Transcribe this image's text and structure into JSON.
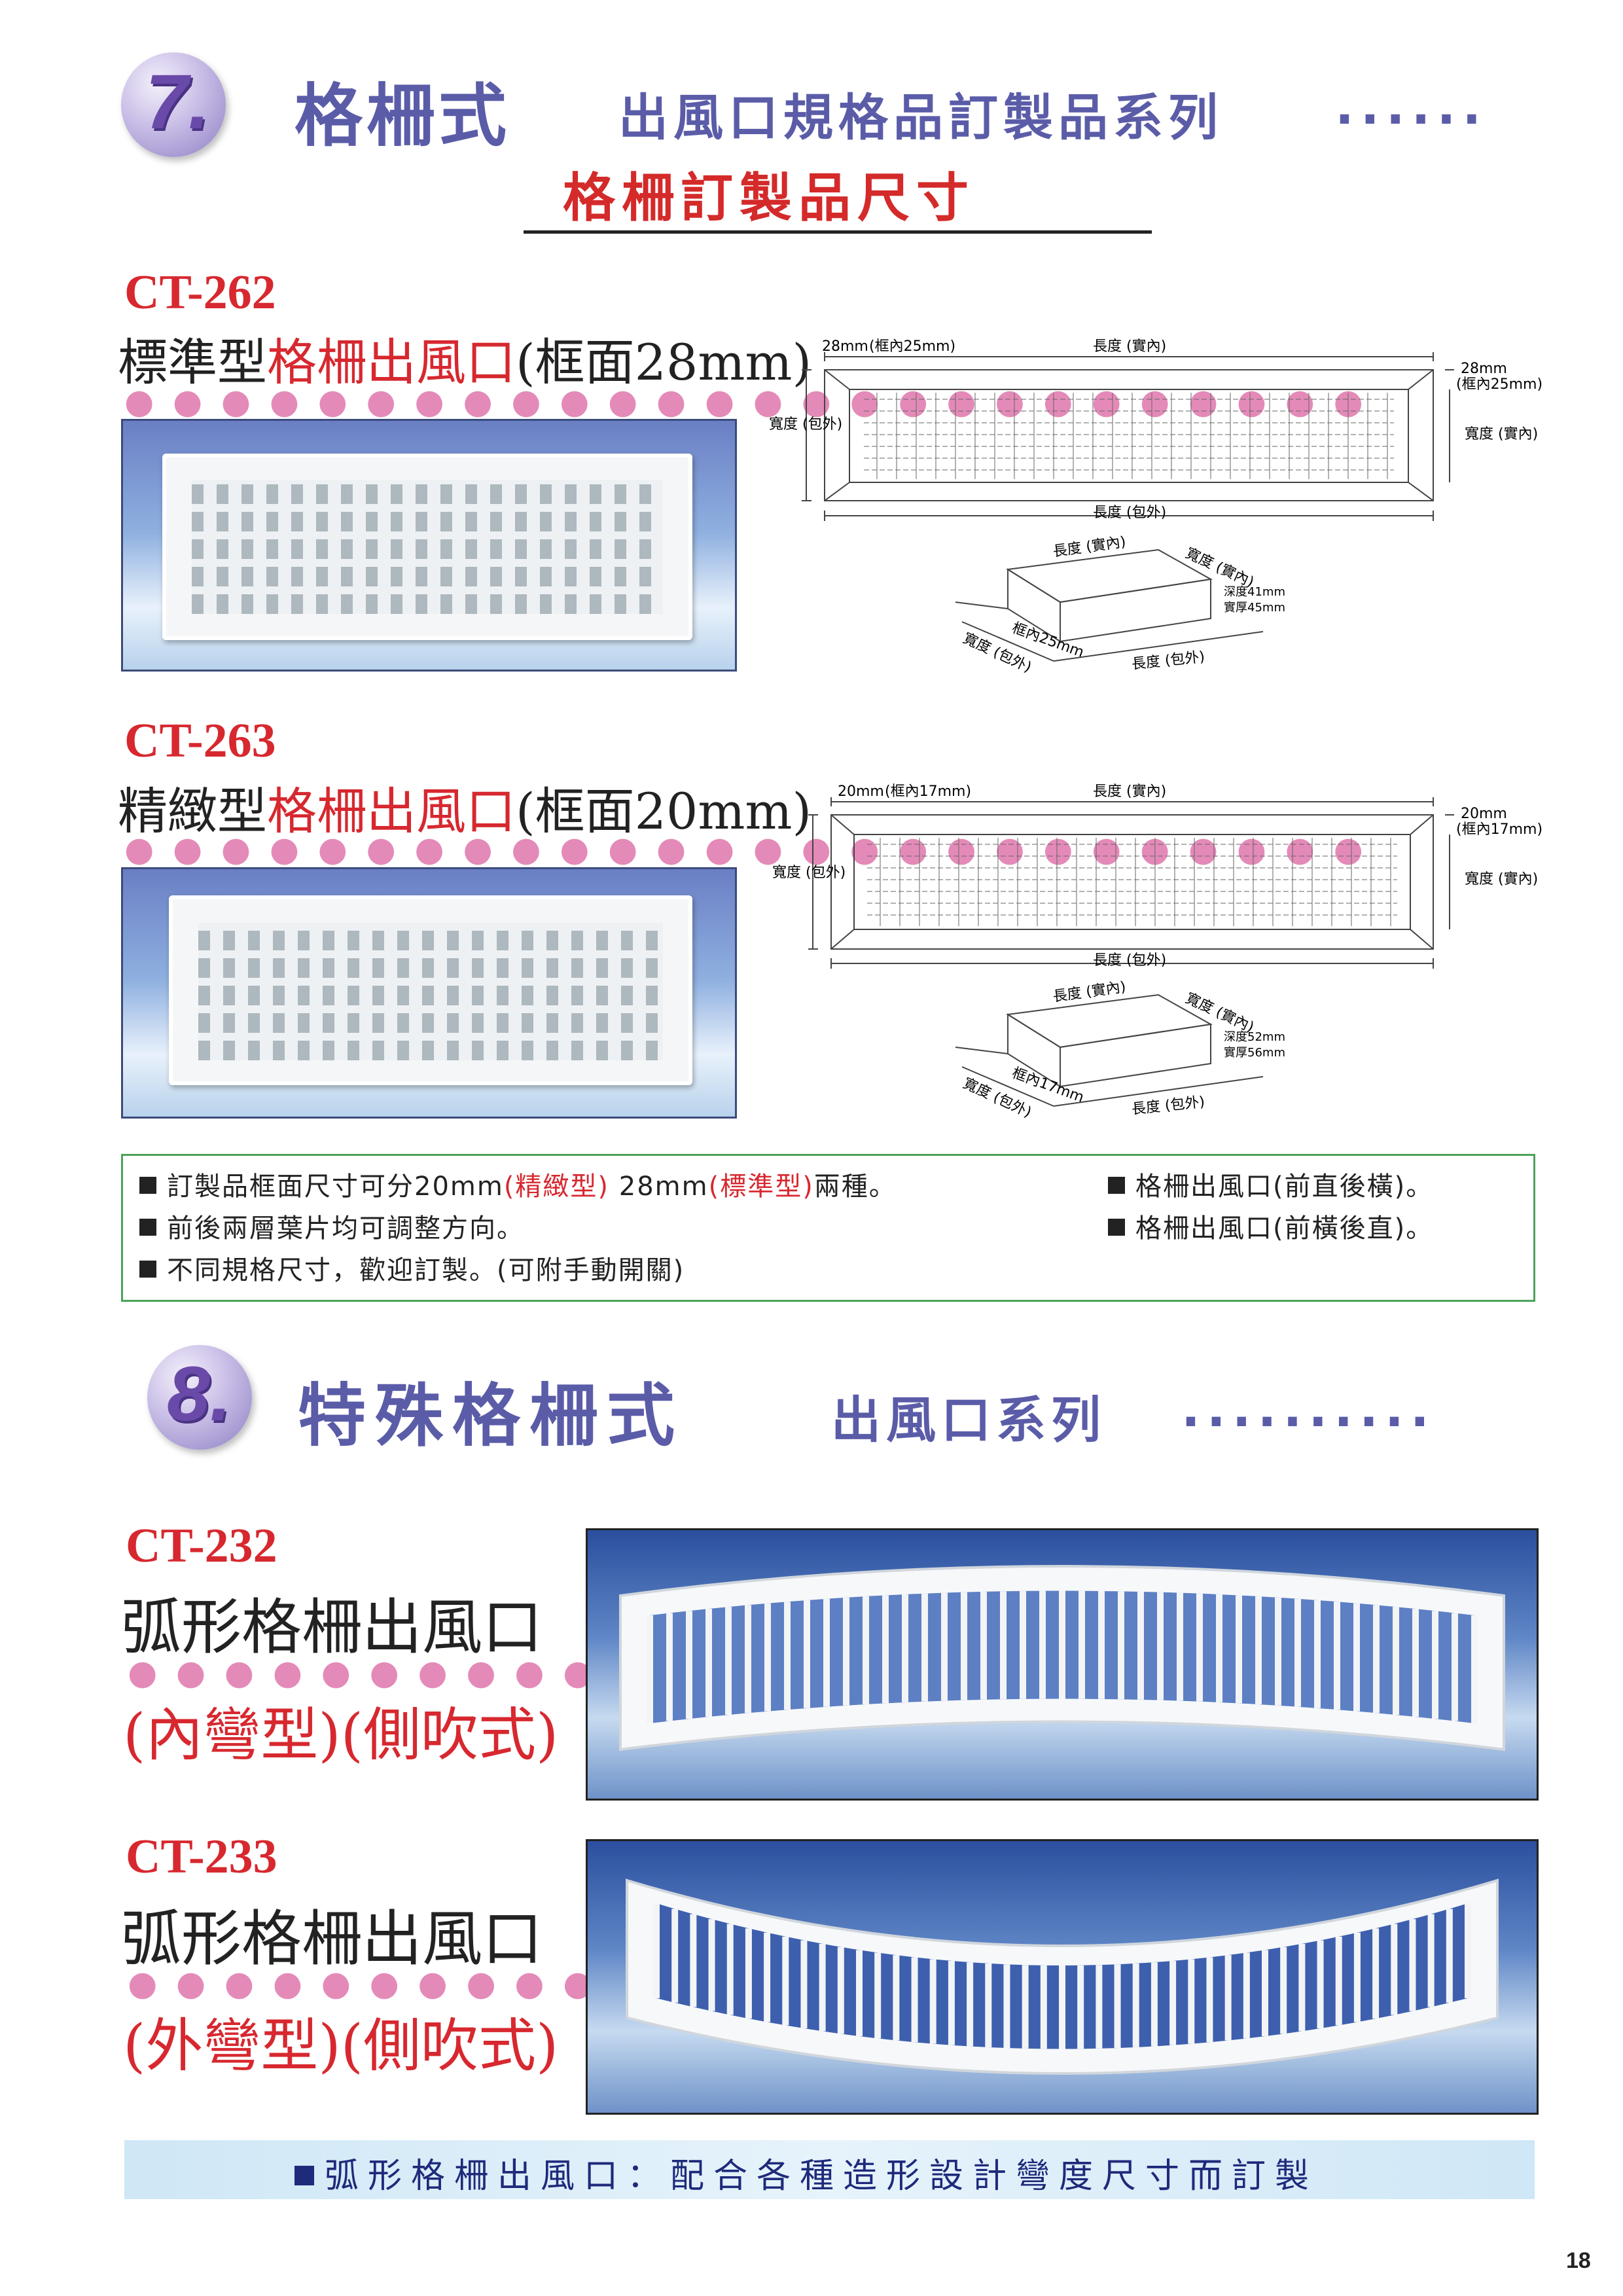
{
  "section7": {
    "number": "7.",
    "title_big": "格柵式",
    "title_mid": "出風口規格品訂製品系列",
    "title_dots": "......",
    "subtitle": "格柵訂製品尺寸"
  },
  "products_grille": [
    {
      "model": "CT-262",
      "name_prefix": "標準型",
      "name_red": "格柵出風口",
      "name_suffix": "(框面28mm)",
      "diagram": {
        "frame": "28mm",
        "frame_inner": "(框內25mm)",
        "len_inner": "長度 (實內)",
        "width_outer": "寬度\n(包外)",
        "right_frame": "28mm",
        "right_frame_inner": "(框內25mm)",
        "right_width": "寬度\n(實內)",
        "len_outer": "長度 (包外)",
        "iso_len_inner": "長度 (實內)",
        "iso_width_inner": "寬度 (實內)",
        "depth": "深度41mm",
        "thickness": "實厚45mm",
        "iso_frame": "框內25mm",
        "iso_width_outer": "寬度 (包外)",
        "iso_len_outer": "長度 (包外)"
      }
    },
    {
      "model": "CT-263",
      "name_prefix": "精緻型",
      "name_red": "格柵出風口",
      "name_suffix": "(框面20mm)",
      "diagram": {
        "frame": "20mm",
        "frame_inner": "(框內17mm)",
        "len_inner": "長度 (實內)",
        "width_outer": "寬度\n(包外)",
        "right_frame": "20mm",
        "right_frame_inner": "(框內17mm)",
        "right_width": "寬度\n(實內)",
        "len_outer": "長度 (包外)",
        "iso_len_inner": "長度 (實內)",
        "iso_width_inner": "寬度 (實內)",
        "depth": "深度52mm",
        "thickness": "實厚56mm",
        "iso_frame": "框內17mm",
        "iso_width_outer": "寬度 (包外)",
        "iso_len_outer": "長度 (包外)"
      }
    }
  ],
  "notes": {
    "n1_a": "訂製品框面尺寸可分20mm",
    "n1_b": "(精緻型)",
    "n1_c": "28mm",
    "n1_d": "(標準型)",
    "n1_e": "兩種。",
    "n2": "前後兩層葉片均可調整方向。",
    "n3": "不同規格尺寸，歡迎訂製。(可附手動開關)",
    "r1": "格柵出風口(前直後橫)。",
    "r2": "格柵出風口(前橫後直)。"
  },
  "section8": {
    "number": "8.",
    "title_big": "特殊格柵式",
    "title_mid": "出風口系列",
    "title_dots": ".........."
  },
  "products_arc": [
    {
      "model": "CT-232",
      "name": "弧形格柵出風口",
      "type": "(內彎型)(側吹式)"
    },
    {
      "model": "CT-233",
      "name": "弧形格柵出風口",
      "type": "(外彎型)(側吹式)"
    }
  ],
  "bottom_note": "弧形格柵出風口：配合各種造形設計彎度尺寸而訂製",
  "page_number": "18"
}
